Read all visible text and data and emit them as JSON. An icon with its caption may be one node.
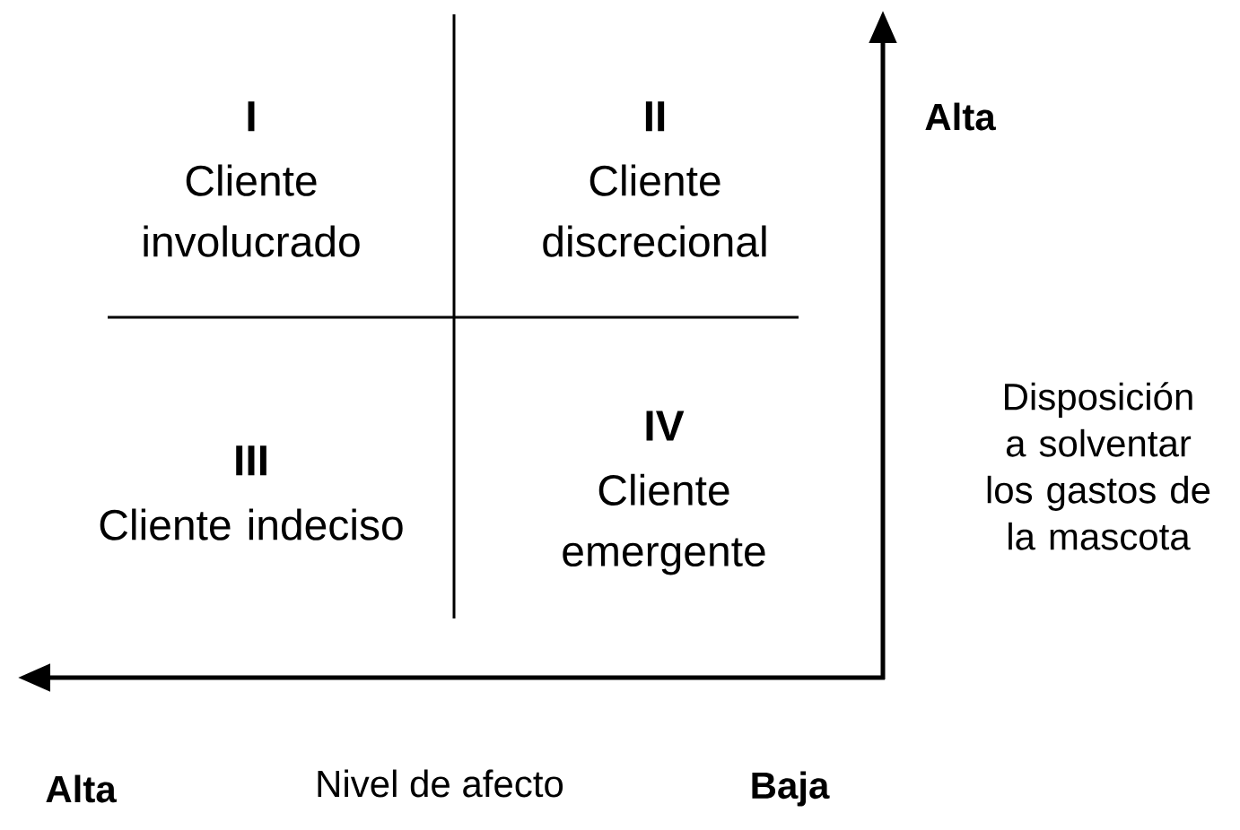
{
  "diagram": {
    "nodes": [
      {
        "text": [
          "I",
          "Cliente involucrado"
        ]
      },
      {
        "text": [
          "II",
          "Cliente discrecional"
        ]
      },
      {
        "text": [
          "III",
          "Cliente indeciso"
        ]
      },
      {
        "text": [
          "IV",
          "Cliente emergente"
        ]
      }
    ],
    "edges": [],
    "labels": [
      "Alta",
      "Disposición a solventar los gastos de la mascota",
      "Alta",
      "Nivel de afecto",
      "Baja"
    ]
  }
}
